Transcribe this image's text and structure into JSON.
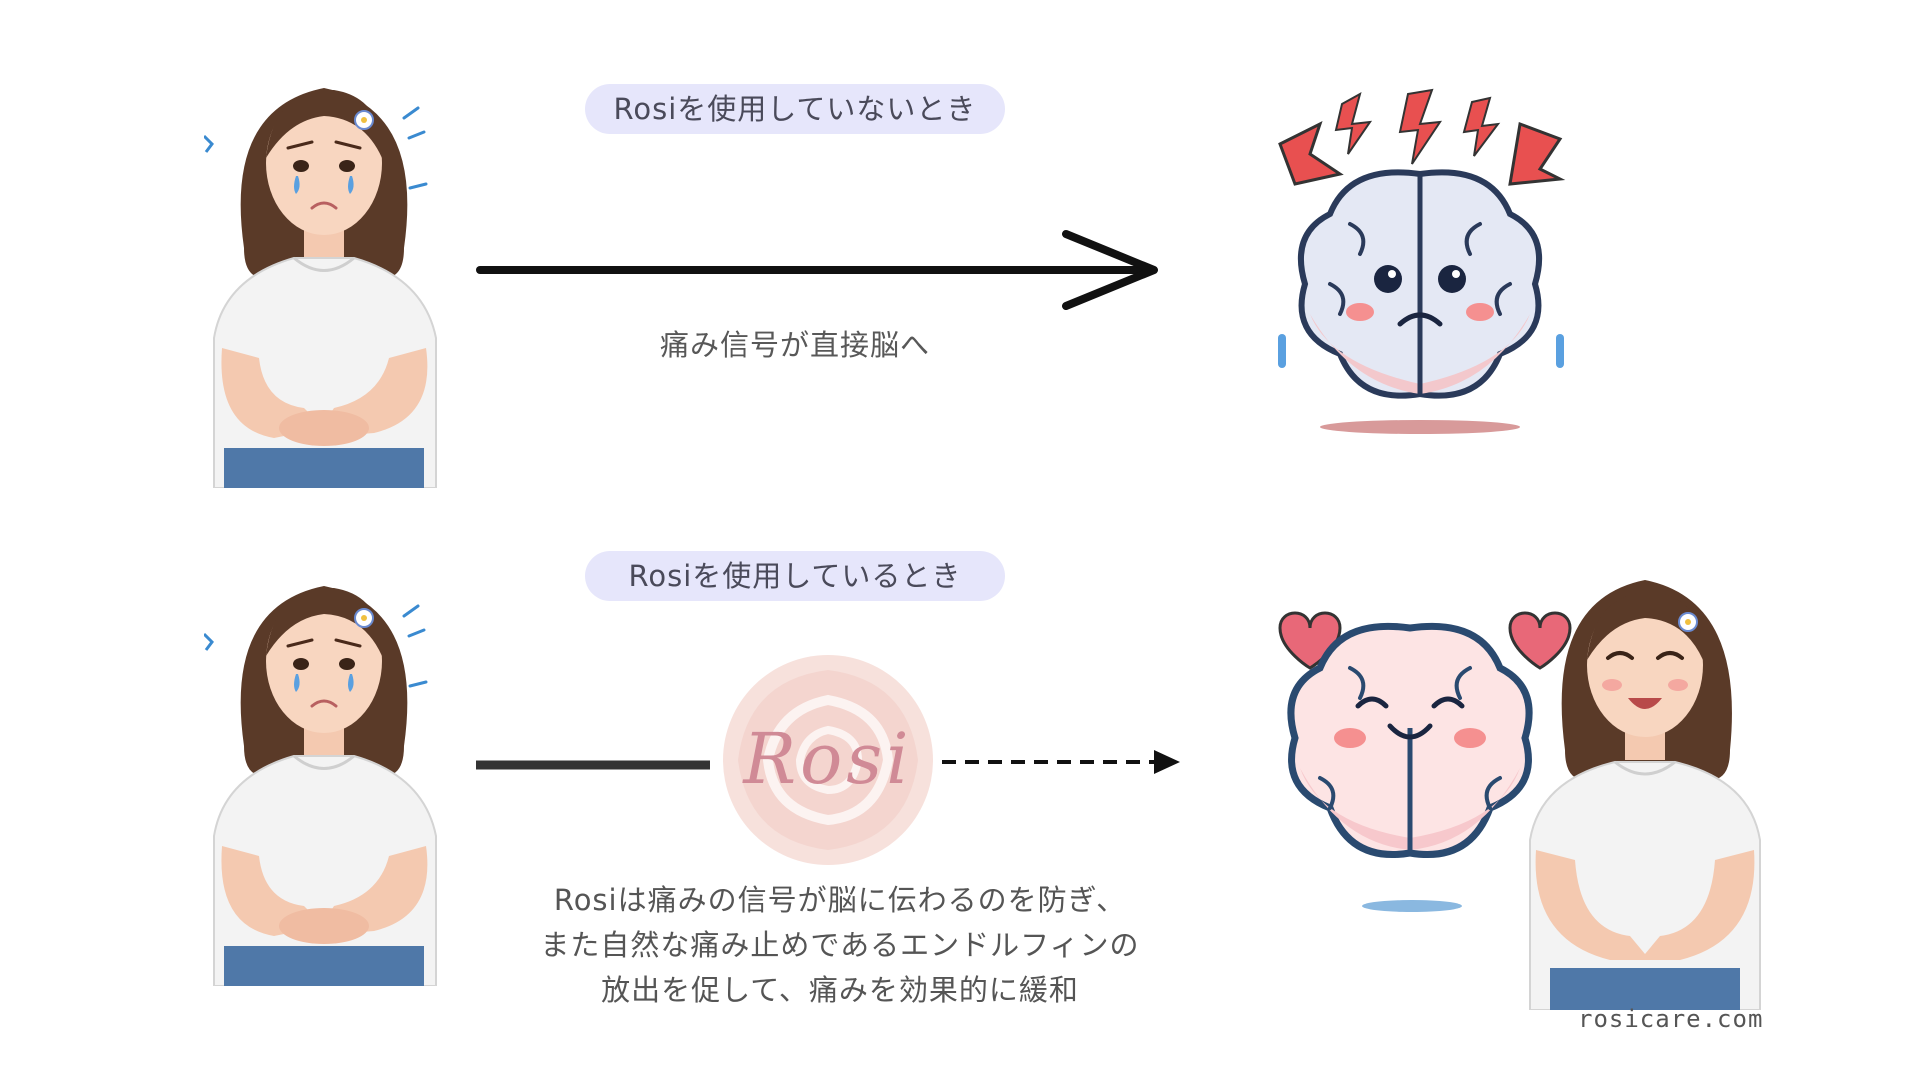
{
  "top": {
    "label": "Rosiを使用していないとき",
    "caption": "痛み信号が直接脳へ"
  },
  "bottom": {
    "label": "Rosiを使用しているとき",
    "logo_text": "Rosi",
    "description_lines": [
      "Rosiは痛みの信号が脳に伝わるのを防ぎ、",
      "また自然な痛み止めであるエンドルフィンの",
      "放出を促して、痛みを効果的に緩和"
    ]
  },
  "footer": {
    "site": "rosicare.com"
  },
  "colors": {
    "pill_bg": "#e6e6fb",
    "hair": "#5a3a28",
    "shirt": "#f3f3f3",
    "jeans": "#4f78a8",
    "brain_sad": "#e4e8f4",
    "brain_happy": "#fde4e4",
    "bolt": "#e85050",
    "heart": "#e86878",
    "rose": "#f3d2cc"
  }
}
